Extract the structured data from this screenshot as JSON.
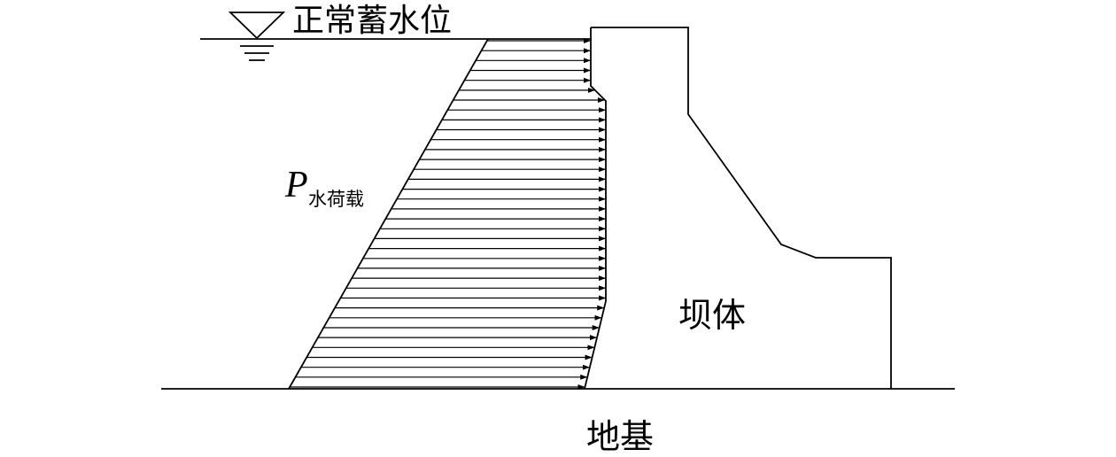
{
  "labels": {
    "water_level": "正常蓄水位",
    "load_symbol": "P",
    "load_subscript": "水荷载",
    "dam_body": "坝体",
    "foundation": "地基"
  },
  "icons": {
    "water_level_marker": "inverted-triangle-water-level-icon"
  },
  "colors": {
    "stroke": "#000000",
    "background": "#ffffff"
  }
}
